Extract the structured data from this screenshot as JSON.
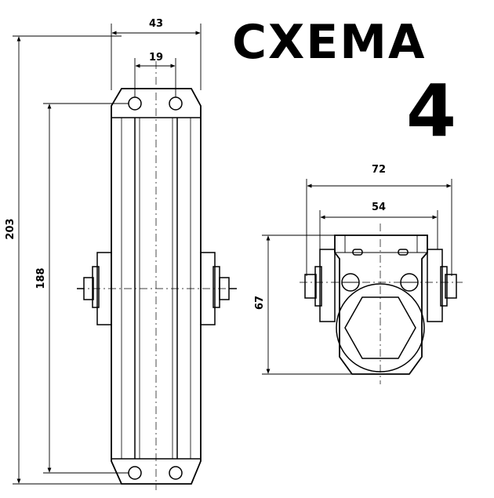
{
  "title": "СХЕМА",
  "number": "4",
  "dimensions": {
    "total_width": "43",
    "hole_spacing": "19",
    "total_height": "203",
    "hole_center_height": "188",
    "end_width": "72",
    "end_inner_width": "54",
    "end_height": "67"
  }
}
